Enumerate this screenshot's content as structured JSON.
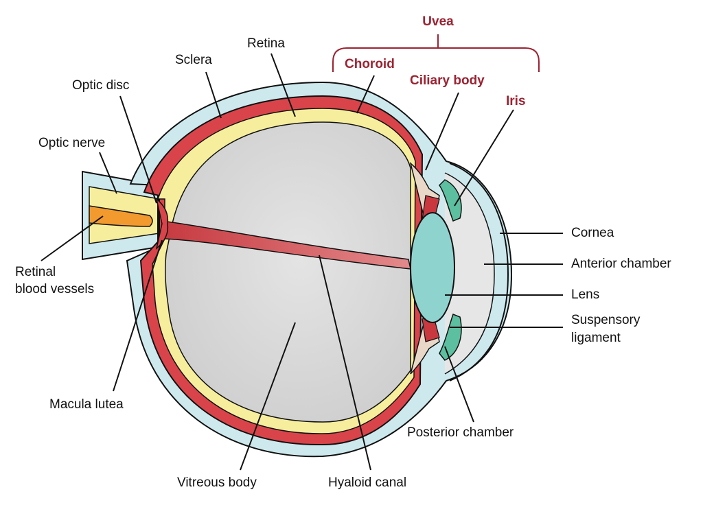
{
  "labels": {
    "uvea": "Uvea",
    "choroid": "Choroid",
    "ciliary_body": "Ciliary body",
    "iris": "Iris",
    "retina": "Retina",
    "sclera": "Sclera",
    "optic_disc": "Optic disc",
    "optic_nerve": "Optic nerve",
    "retinal_vessels_1": "Retinal",
    "retinal_vessels_2": "blood vessels",
    "macula_lutea": "Macula lutea",
    "vitreous_body": "Vitreous body",
    "hyaloid_canal": "Hyaloid canal",
    "posterior_chamber": "Posterior chamber",
    "cornea": "Cornea",
    "anterior_chamber": "Anterior chamber",
    "lens": "Lens",
    "suspensory_1": "Suspensory",
    "suspensory_2": "ligament"
  },
  "colors": {
    "sclera": "#cde9ed",
    "retina_choroid": "#d9444a",
    "retina_yellow": "#f6ee9c",
    "vitreous": "#dcdcdc",
    "lens": "#8fd3cf",
    "iris": "#5cbfa0",
    "uvea_text": "#9b2332",
    "optic_vessel": "#f29a2e"
  }
}
